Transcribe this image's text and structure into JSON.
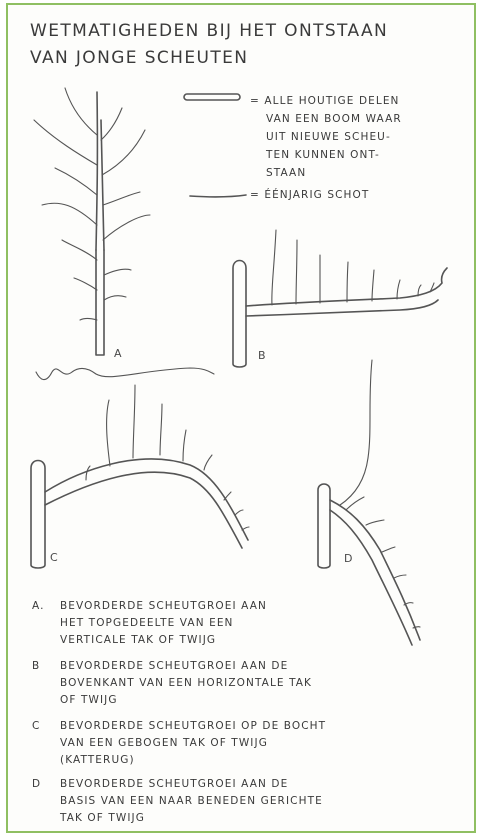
{
  "title_line1": "WETMATIGHEDEN BIJ HET ONTSTAAN",
  "title_line2": "VAN JONGE SCHEUTEN",
  "legend": {
    "wood_lines": [
      "= ALLE HOUTIGE DELEN",
      "VAN EEN BOOM WAAR",
      "UIT NIEUWE SCHEU-",
      "TEN KUNNEN ONT-",
      "STAAN"
    ],
    "shoot_line": "= ÉÉNJARIG SCHOT"
  },
  "figure_labels": {
    "a": "A",
    "b": "B",
    "c": "C",
    "d": "D"
  },
  "captions": [
    {
      "letter": "A.",
      "lines": [
        "BEVORDERDE SCHEUTGROEI AAN",
        "HET TOPGEDEELTE VAN EEN",
        "VERTICALE TAK OF TWIJG"
      ]
    },
    {
      "letter": "B",
      "lines": [
        "BEVORDERDE SCHEUTGROEI AAN DE",
        "BOVENKANT VAN EEN HORIZONTALE TAK",
        "OF TWIJG"
      ]
    },
    {
      "letter": "C",
      "lines": [
        "BEVORDERDE SCHEUTGROEI OP DE BOCHT",
        "VAN EEN GEBOGEN TAK OF TWIJG",
        "(KATTERUG)"
      ]
    },
    {
      "letter": "D",
      "lines": [
        "BEVORDERDE SCHEUTGROEI AAN DE",
        "BASIS VAN EEN NAAR BENEDEN GERICHTE",
        "TAK OF TWIJG"
      ]
    }
  ],
  "colors": {
    "border": "#8fbf62",
    "ink": "#3a3a3a"
  }
}
